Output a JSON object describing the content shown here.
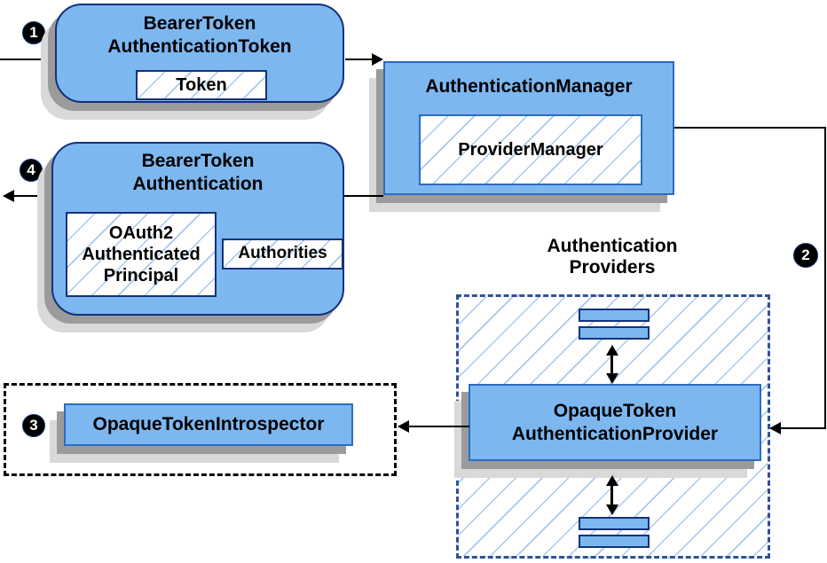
{
  "colors": {
    "node_fill": "#7db7f0",
    "node_border_dark": "#14317d",
    "node_border_blue": "#2d6cc0",
    "hatch_line": "#a5c8ee",
    "providers_dashed_border": "#2f5291",
    "introspector_dashed_border": "#000000",
    "shadow_dark": "#9b9b9b",
    "shadow_light": "#d9d9d9",
    "connector": "#000000",
    "step_badge_bg": "#000000",
    "step_badge_text": "#ffffff"
  },
  "steps": {
    "step1": "1",
    "step2": "2",
    "step3": "3",
    "step4": "4"
  },
  "nodes": {
    "bearer_token_authentication_token": {
      "title_line1": "BearerToken",
      "title_line2": "AuthenticationToken",
      "token_field": "Token"
    },
    "authentication_manager": {
      "title": "AuthenticationManager",
      "provider_manager_field": "ProviderManager"
    },
    "bearer_token_authentication": {
      "title_line1": "BearerToken",
      "title_line2": "Authentication",
      "principal_line1": "OAuth2",
      "principal_line2": "Authenticated",
      "principal_line3": "Principal",
      "authorities_field": "Authorities"
    },
    "authentication_providers": {
      "label_line1": "Authentication",
      "label_line2": "Providers"
    },
    "opaque_token_authentication_provider": {
      "title_line1": "OpaqueToken",
      "title_line2": "AuthenticationProvider"
    },
    "opaque_token_introspector": {
      "label": "OpaqueTokenIntrospector"
    }
  }
}
